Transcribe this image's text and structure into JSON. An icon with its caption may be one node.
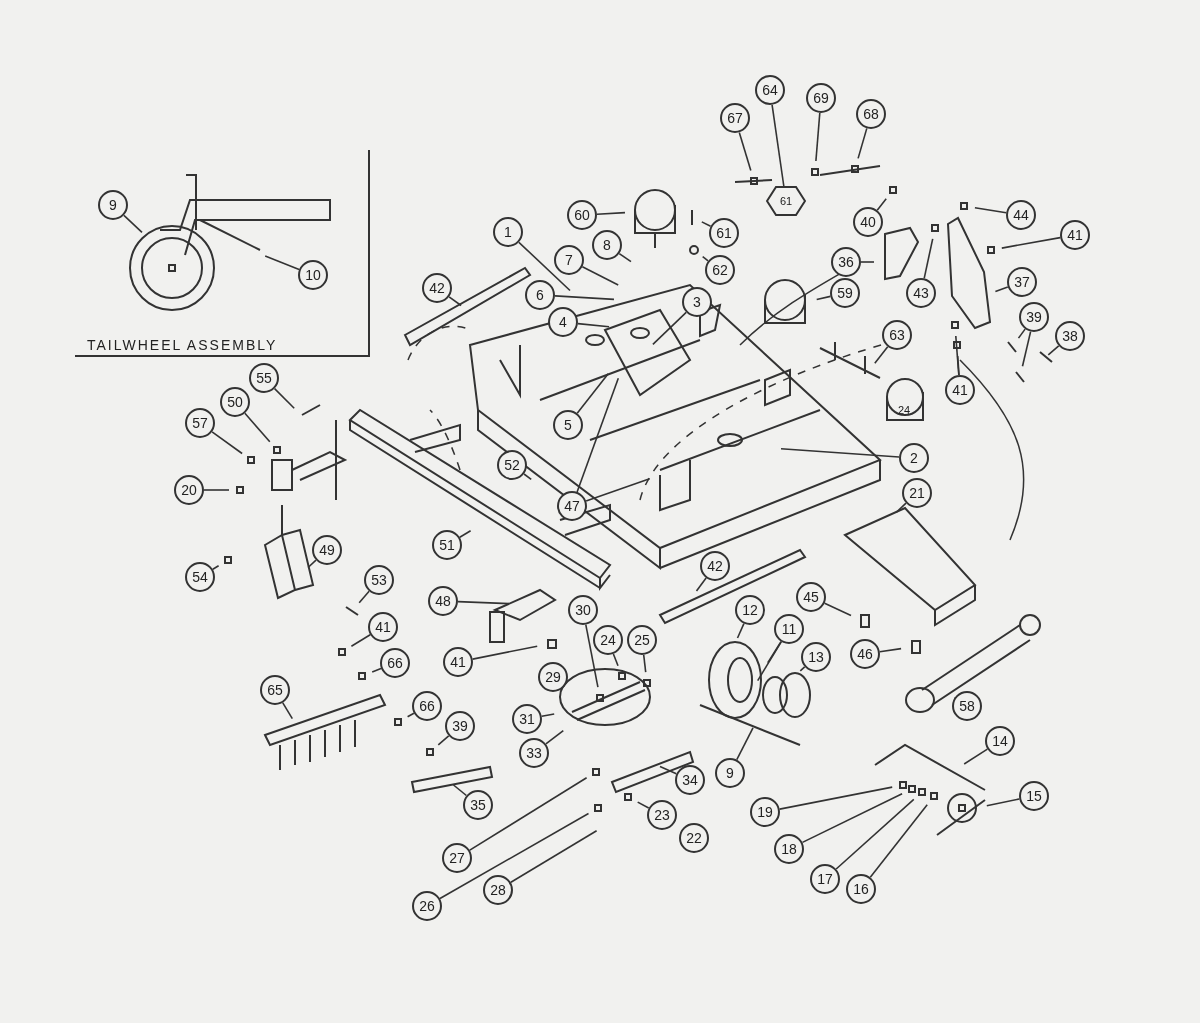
{
  "diagram": {
    "nodes": [
      {
        "text": [
          "TAILWHEEL ASSEMBLY"
        ]
      },
      {
        "text": [
          "9"
        ],
        "in": 0
      },
      {
        "text": [
          "10"
        ],
        "in": 0
      },
      {
        "text": [
          "1"
        ]
      },
      {
        "text": [
          "42"
        ]
      },
      {
        "text": [
          "7"
        ]
      },
      {
        "text": [
          "8"
        ]
      },
      {
        "text": [
          "6"
        ]
      },
      {
        "text": [
          "4"
        ]
      },
      {
        "text": [
          "3"
        ]
      },
      {
        "text": [
          "5"
        ]
      },
      {
        "text": [
          "60"
        ]
      },
      {
        "text": [
          "61"
        ]
      },
      {
        "text": [
          "62"
        ]
      },
      {
        "text": [
          "67"
        ]
      },
      {
        "text": [
          "64"
        ]
      },
      {
        "text": [
          "69"
        ]
      },
      {
        "text": [
          "68"
        ]
      },
      {
        "text": [
          "40"
        ]
      },
      {
        "text": [
          "44"
        ]
      },
      {
        "text": [
          "41"
        ]
      },
      {
        "text": [
          "36"
        ]
      },
      {
        "text": [
          "43"
        ]
      },
      {
        "text": [
          "37"
        ]
      },
      {
        "text": [
          "59"
        ]
      },
      {
        "text": [
          "63"
        ]
      },
      {
        "text": [
          "39"
        ]
      },
      {
        "text": [
          "38"
        ]
      },
      {
        "text": [
          "41"
        ]
      },
      {
        "text": [
          "2"
        ]
      },
      {
        "text": [
          "47"
        ]
      },
      {
        "text": [
          "52"
        ]
      },
      {
        "text": [
          "21"
        ]
      },
      {
        "text": [
          "51"
        ]
      },
      {
        "text": [
          "55"
        ]
      },
      {
        "text": [
          "50"
        ]
      },
      {
        "text": [
          "57"
        ]
      },
      {
        "text": [
          "20"
        ]
      },
      {
        "text": [
          "54"
        ]
      },
      {
        "text": [
          "49"
        ]
      },
      {
        "text": [
          "53"
        ]
      },
      {
        "text": [
          "48"
        ]
      },
      {
        "text": [
          "41"
        ]
      },
      {
        "text": [
          "66"
        ]
      },
      {
        "text": [
          "65"
        ]
      },
      {
        "text": [
          "66"
        ]
      },
      {
        "text": [
          "39"
        ]
      },
      {
        "text": [
          "35"
        ]
      },
      {
        "text": [
          "41"
        ]
      },
      {
        "text": [
          "30"
        ]
      },
      {
        "text": [
          "29"
        ]
      },
      {
        "text": [
          "24"
        ]
      },
      {
        "text": [
          "25"
        ]
      },
      {
        "text": [
          "31"
        ]
      },
      {
        "text": [
          "33"
        ]
      },
      {
        "text": [
          "34"
        ]
      },
      {
        "text": [
          "27"
        ]
      },
      {
        "text": [
          "23"
        ]
      },
      {
        "text": [
          "22"
        ]
      },
      {
        "text": [
          "26"
        ]
      },
      {
        "text": [
          "28"
        ]
      },
      {
        "text": [
          "42"
        ]
      },
      {
        "text": [
          "12"
        ]
      },
      {
        "text": [
          "11"
        ]
      },
      {
        "text": [
          "13"
        ]
      },
      {
        "text": [
          "9"
        ]
      },
      {
        "text": [
          "45"
        ]
      },
      {
        "text": [
          "46"
        ]
      },
      {
        "text": [
          "58"
        ]
      },
      {
        "text": [
          "14"
        ]
      },
      {
        "text": [
          "15"
        ]
      },
      {
        "text": [
          "19"
        ]
      },
      {
        "text": [
          "18"
        ]
      },
      {
        "text": [
          "17"
        ]
      },
      {
        "text": [
          "16"
        ]
      },
      {
        "text": [
          "61"
        ]
      }
    ],
    "edges": [
      {
        "from": 1,
        "to": null,
        "arrow": "none"
      },
      {
        "from": 2,
        "to": null,
        "arrow": "none"
      },
      {
        "from": 3,
        "to": null,
        "arrow": "none"
      },
      {
        "from": 4,
        "to": null,
        "arrow": "none"
      },
      {
        "from": 5,
        "to": null,
        "arrow": "none"
      },
      {
        "from": 6,
        "to": null,
        "arrow": "none"
      },
      {
        "from": 7,
        "to": null,
        "arrow": "none"
      },
      {
        "from": 8,
        "to": null,
        "arrow": "none"
      },
      {
        "from": 9,
        "to": null,
        "arrow": "none"
      },
      {
        "from": 10,
        "to": null,
        "arrow": "none"
      },
      {
        "from": 11,
        "to": null,
        "arrow": "none"
      },
      {
        "from": 12,
        "to": null,
        "arrow": "none"
      },
      {
        "from": 13,
        "to": null,
        "arrow": "none"
      },
      {
        "from": 14,
        "to": null,
        "arrow": "none"
      },
      {
        "from": 15,
        "to": 75,
        "arrow": "none"
      },
      {
        "from": 16,
        "to": null,
        "arrow": "none"
      },
      {
        "from": 17,
        "to": null,
        "arrow": "none"
      },
      {
        "from": 18,
        "to": null,
        "arrow": "none"
      },
      {
        "from": 19,
        "to": null,
        "arrow": "none"
      },
      {
        "from": 20,
        "to": null,
        "arrow": "none"
      },
      {
        "from": 21,
        "to": null,
        "arrow": "none"
      },
      {
        "from": 22,
        "to": null,
        "arrow": "none"
      },
      {
        "from": 23,
        "to": null,
        "arrow": "none"
      },
      {
        "from": 24,
        "to": null,
        "arrow": "none"
      },
      {
        "from": 25,
        "to": null,
        "arrow": "none"
      },
      {
        "from": 26,
        "to": null,
        "arrow": "none"
      },
      {
        "from": 26,
        "to": null,
        "arrow": "none"
      },
      {
        "from": 27,
        "to": null,
        "arrow": "none"
      },
      {
        "from": 28,
        "to": null,
        "arrow": "none"
      },
      {
        "from": 28,
        "to": null,
        "arrow": "none"
      },
      {
        "from": 29,
        "to": null,
        "arrow": "none"
      },
      {
        "from": 30,
        "to": null,
        "arrow": "none"
      },
      {
        "from": 30,
        "to": null,
        "arrow": "none"
      },
      {
        "from": 31,
        "to": null,
        "arrow": "none"
      },
      {
        "from": 32,
        "to": null,
        "arrow": "none"
      },
      {
        "from": 33,
        "to": null,
        "arrow": "none"
      },
      {
        "from": 34,
        "to": null,
        "arrow": "none"
      },
      {
        "from": 35,
        "to": null,
        "arrow": "none"
      },
      {
        "from": 36,
        "to": null,
        "arrow": "none"
      },
      {
        "from": 37,
        "to": null,
        "arrow": "none"
      },
      {
        "from": 38,
        "to": null,
        "arrow": "none"
      },
      {
        "from": 39,
        "to": null,
        "arrow": "none"
      },
      {
        "from": 40,
        "to": null,
        "arrow": "none"
      },
      {
        "from": 41,
        "to": null,
        "arrow": "none"
      },
      {
        "from": 42,
        "to": null,
        "arrow": "none"
      },
      {
        "from": 43,
        "to": null,
        "arrow": "none"
      },
      {
        "from": 44,
        "to": null,
        "arrow": "none"
      },
      {
        "from": 45,
        "to": null,
        "arrow": "none"
      },
      {
        "from": 46,
        "to": null,
        "arrow": "none"
      },
      {
        "from": 47,
        "to": null,
        "arrow": "none"
      },
      {
        "from": 48,
        "to": null,
        "arrow": "none"
      },
      {
        "from": 49,
        "to": null,
        "arrow": "none"
      },
      {
        "from": 50,
        "to": null,
        "arrow": "none"
      },
      {
        "from": 51,
        "to": null,
        "arrow": "none"
      },
      {
        "from": 52,
        "to": null,
        "arrow": "none"
      },
      {
        "from": 53,
        "to": null,
        "arrow": "none"
      },
      {
        "from": 54,
        "to": null,
        "arrow": "none"
      },
      {
        "from": 55,
        "to": null,
        "arrow": "none"
      },
      {
        "from": 56,
        "to": null,
        "arrow": "none"
      },
      {
        "from": 57,
        "to": null,
        "arrow": "none"
      },
      {
        "from": 59,
        "to": null,
        "arrow": "none"
      },
      {
        "from": 60,
        "to": null,
        "arrow": "none"
      },
      {
        "from": 61,
        "to": null,
        "arrow": "none"
      },
      {
        "from": 62,
        "to": null,
        "arrow": "none"
      },
      {
        "from": 63,
        "to": null,
        "arrow": "none"
      },
      {
        "from": 63,
        "to": null,
        "arrow": "none"
      },
      {
        "from": 64,
        "to": null,
        "arrow": "none"
      },
      {
        "from": 65,
        "to": null,
        "arrow": "none"
      },
      {
        "from": 66,
        "to": null,
        "arrow": "none"
      },
      {
        "from": 67,
        "to": null,
        "arrow": "none"
      },
      {
        "from": 68,
        "to": null,
        "arrow": "none"
      },
      {
        "from": 69,
        "to": null,
        "arrow": "none"
      },
      {
        "from": 70,
        "to": null,
        "arrow": "none"
      },
      {
        "from": 71,
        "to": null,
        "arrow": "none"
      },
      {
        "from": 72,
        "to": null,
        "arrow": "none"
      },
      {
        "from": 73,
        "to": null,
        "arrow": "none"
      },
      {
        "from": 74,
        "to": null,
        "arrow": "none"
      }
    ],
    "labels": [
      "24"
    ]
  }
}
